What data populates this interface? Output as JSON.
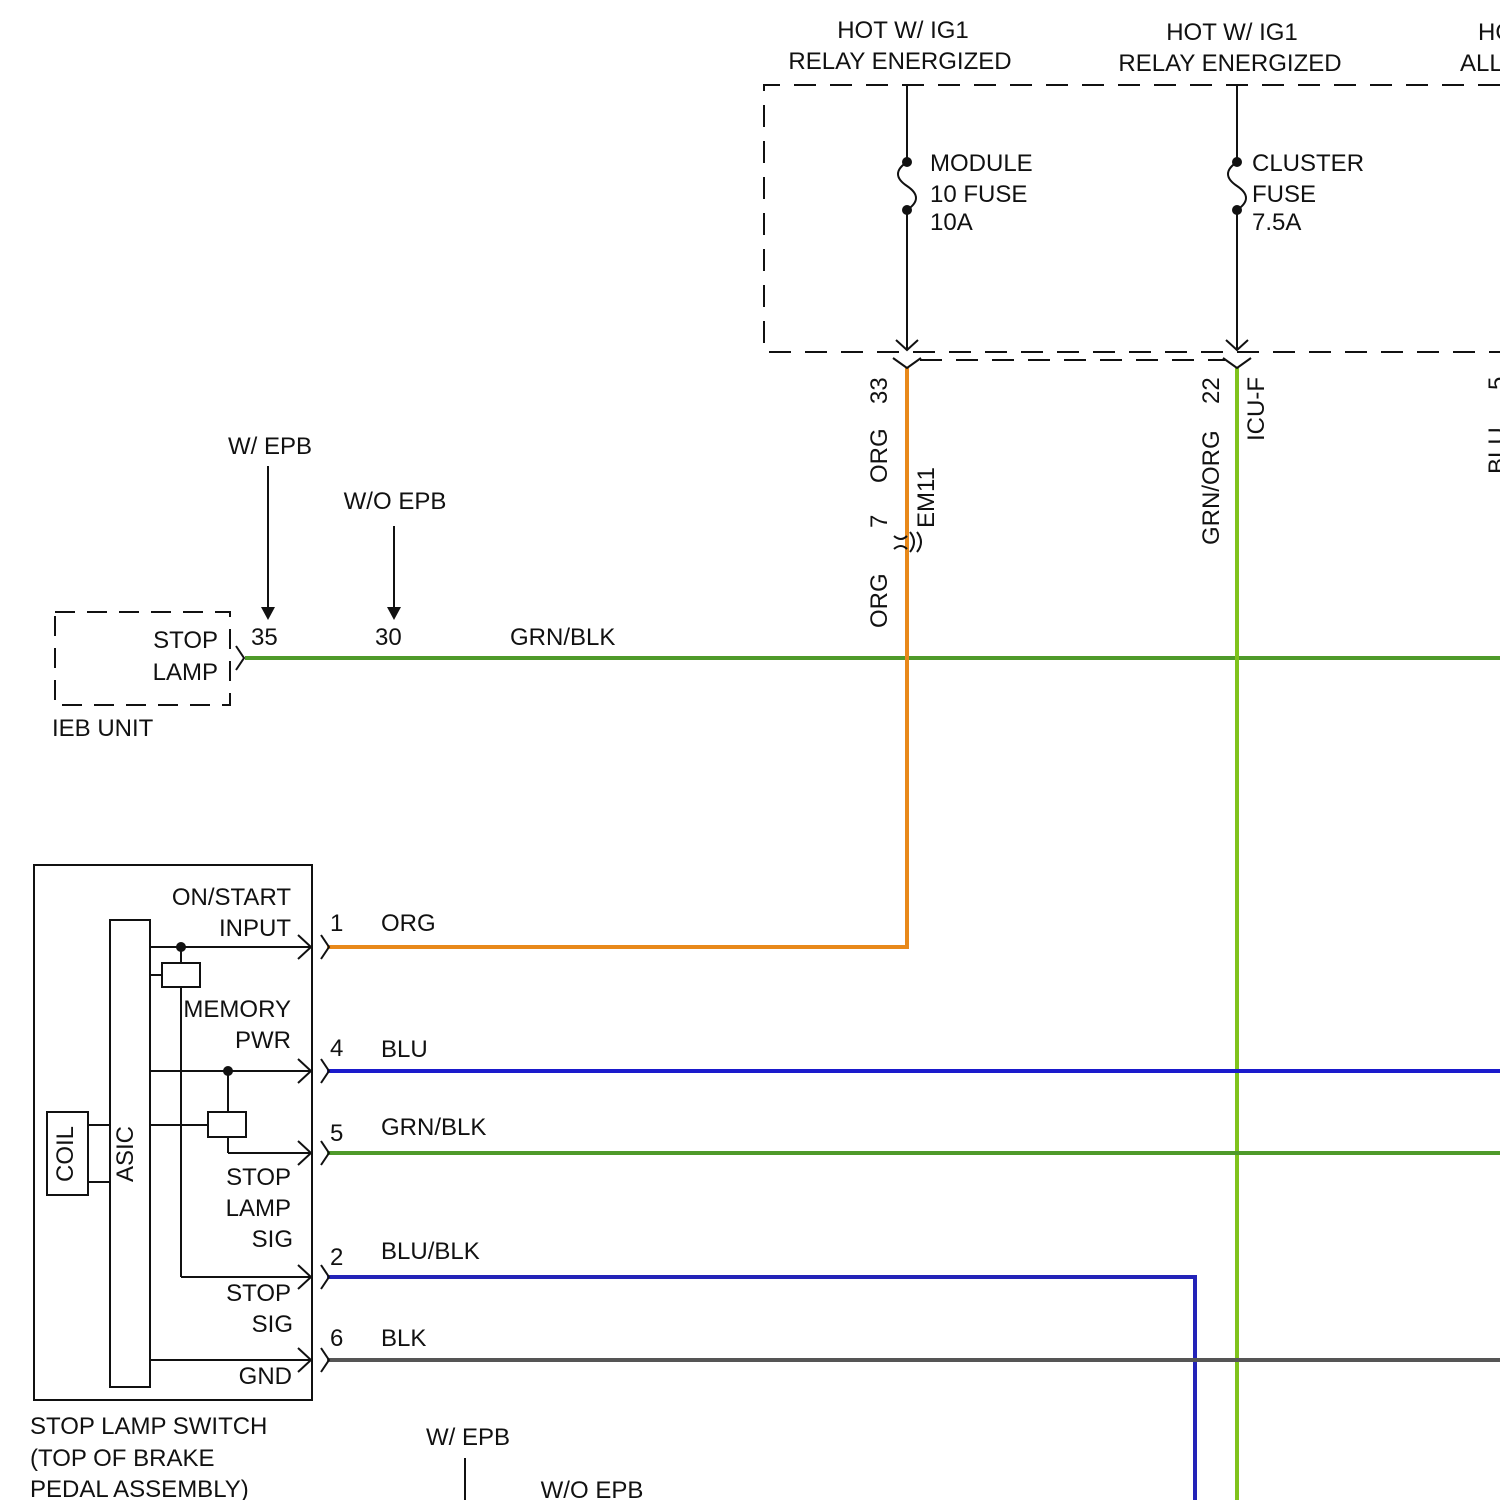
{
  "power": {
    "left_title_1": "HOT W/ IG1",
    "left_title_2": "RELAY ENERGIZED",
    "mid_title_1": "HOT W/ IG1",
    "mid_title_2": "RELAY ENERGIZED",
    "right_title_1": "HO",
    "right_title_2": "ALL"
  },
  "fuses": {
    "module": [
      "MODULE",
      "10 FUSE",
      "10A"
    ],
    "cluster": [
      "CLUSTER",
      "FUSE",
      "7.5A"
    ]
  },
  "pins": {
    "p33": "33",
    "org_top": "ORG",
    "p7": "7",
    "em11": "EM11",
    "org_low": "ORG",
    "p22": "22",
    "grn_org": "GRN/ORG",
    "icuf": "ICU-F",
    "p5_right": "5",
    "blu_right": "BLU"
  },
  "ieb": {
    "label_stop": "STOP",
    "label_lamp": "LAMP",
    "unit_name": "IEB UNIT",
    "w_epb": "W/ EPB",
    "wo_epb": "W/O EPB",
    "pin35": "35",
    "pin30": "30",
    "wire": "GRN/BLK"
  },
  "switch": {
    "on_start_1": "ON/START",
    "on_start_2": "INPUT",
    "memory_1": "MEMORY",
    "memory_2": "PWR",
    "stop_lamp_1": "STOP",
    "stop_lamp_2": "LAMP",
    "stop_lamp_3": "SIG",
    "stop_sig_1": "STOP",
    "stop_sig_2": "SIG",
    "gnd": "GND",
    "coil": "COIL",
    "asic": "ASIC",
    "name_1": "STOP LAMP SWITCH",
    "name_2": "(TOP OF BRAKE",
    "name_3": "PEDAL ASSEMBLY)"
  },
  "wires": {
    "w1_pin": "1",
    "w1_color": "ORG",
    "w4_pin": "4",
    "w4_color": "BLU",
    "w5_pin": "5",
    "w5_color": "GRN/BLK",
    "w2_pin": "2",
    "w2_color": "BLU/BLK",
    "w6_pin": "6",
    "w6_color": "BLK"
  },
  "bottom": {
    "w_epb": "W/ EPB",
    "wo_epb": "W/O EPB"
  },
  "colors": {
    "orange": "#E8891A",
    "green": "#4F9A2A",
    "lime": "#7FC31C",
    "blue": "#1A1ACC",
    "navy": "#2323B8",
    "gray": "#555555"
  }
}
